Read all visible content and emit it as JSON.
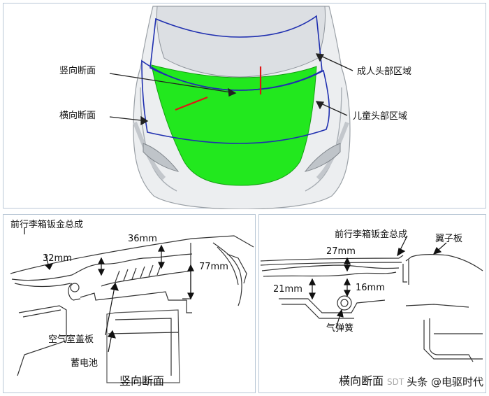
{
  "top": {
    "labels": {
      "vertical_section": "竖向断面",
      "horizontal_section": "横向断面",
      "adult_head": "成人头部区域",
      "child_head": "儿童头部区域"
    }
  },
  "left": {
    "title": "竖向断面",
    "trunk_assy": "前行李箱钣金总成",
    "dim_36": "36mm",
    "dim_32": "32mm",
    "dim_77": "77mm",
    "cowl_panel": "空气室盖板",
    "battery": "蓄电池"
  },
  "right": {
    "title": "横向断面",
    "trunk_assy": "前行李箱钣金总成",
    "fender": "翼子板",
    "dim_27": "27mm",
    "dim_21": "21mm",
    "dim_16": "16mm",
    "gas_spring": "气弹簧"
  },
  "watermark": {
    "text": "头条 @电驱时代",
    "faint": "SDT"
  },
  "colors": {
    "hood_green": "#22e81e",
    "section_line_blue": "#1f2fb0",
    "cut_red": "#e01515",
    "panel_border": "#b9c7d6"
  }
}
